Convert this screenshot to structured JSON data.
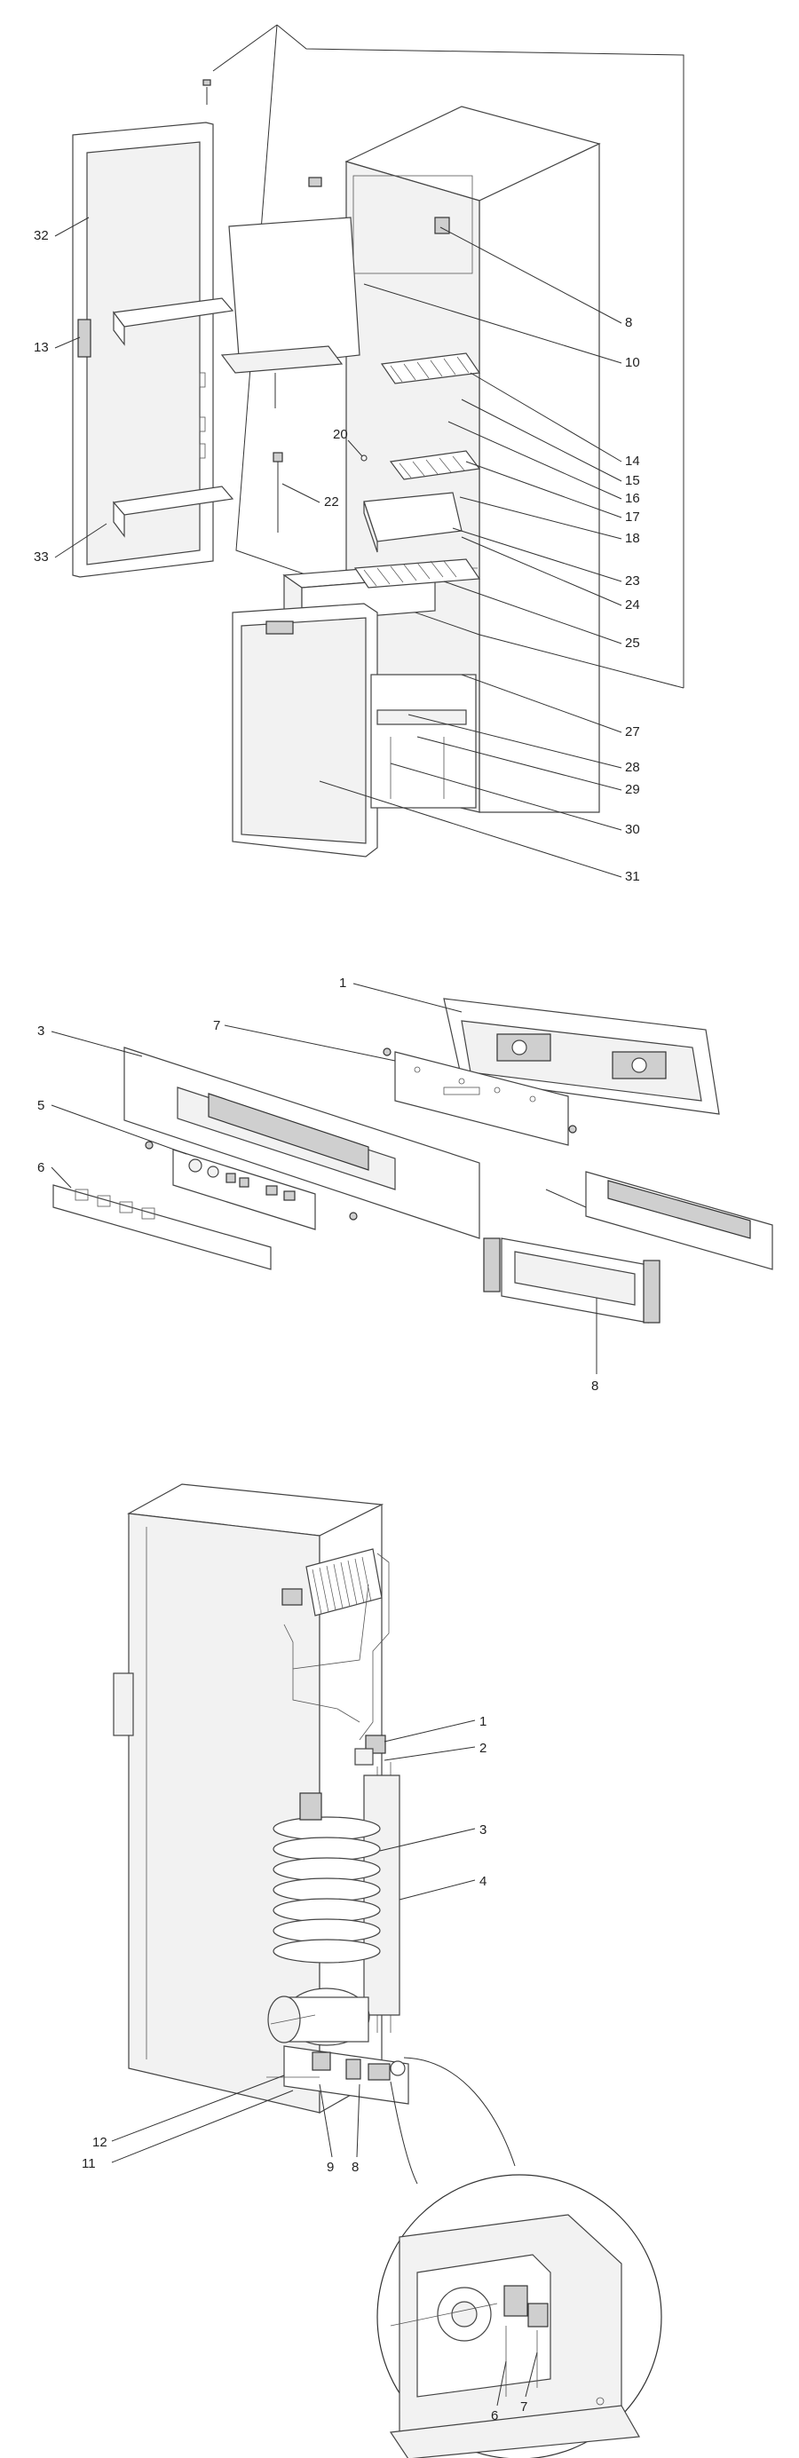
{
  "figure1": {
    "callouts": [
      {
        "id": "32",
        "label": "32"
      },
      {
        "id": "13",
        "label": "13"
      },
      {
        "id": "33",
        "label": "33"
      },
      {
        "id": "20",
        "label": "20"
      },
      {
        "id": "22",
        "label": "22"
      },
      {
        "id": "8",
        "label": "8"
      },
      {
        "id": "10",
        "label": "10"
      },
      {
        "id": "14",
        "label": "14"
      },
      {
        "id": "15",
        "label": "15"
      },
      {
        "id": "16",
        "label": "16"
      },
      {
        "id": "17",
        "label": "17"
      },
      {
        "id": "18",
        "label": "18"
      },
      {
        "id": "23",
        "label": "23"
      },
      {
        "id": "24",
        "label": "24"
      },
      {
        "id": "25",
        "label": "25"
      },
      {
        "id": "27",
        "label": "27"
      },
      {
        "id": "28",
        "label": "28"
      },
      {
        "id": "29",
        "label": "29"
      },
      {
        "id": "30",
        "label": "30"
      },
      {
        "id": "31",
        "label": "31"
      }
    ]
  },
  "figure2": {
    "callouts": [
      {
        "id": "1",
        "label": "1"
      },
      {
        "id": "7",
        "label": "7"
      },
      {
        "id": "3",
        "label": "3"
      },
      {
        "id": "5",
        "label": "5"
      },
      {
        "id": "6",
        "label": "6"
      },
      {
        "id": "8",
        "label": "8"
      }
    ]
  },
  "figure3": {
    "callouts": [
      {
        "id": "1",
        "label": "1"
      },
      {
        "id": "2",
        "label": "2"
      },
      {
        "id": "3",
        "label": "3"
      },
      {
        "id": "4",
        "label": "4"
      },
      {
        "id": "12",
        "label": "12"
      },
      {
        "id": "11",
        "label": "11"
      },
      {
        "id": "9",
        "label": "9"
      },
      {
        "id": "8",
        "label": "8"
      },
      {
        "id": "6",
        "label": "6"
      },
      {
        "id": "7",
        "label": "7"
      }
    ]
  }
}
